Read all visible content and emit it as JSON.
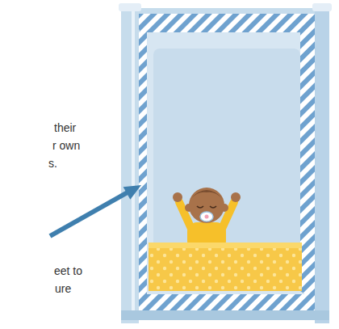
{
  "diagram": {
    "labels": [
      "their",
      "r own",
      "s.",
      "eet to",
      "ure"
    ]
  }
}
